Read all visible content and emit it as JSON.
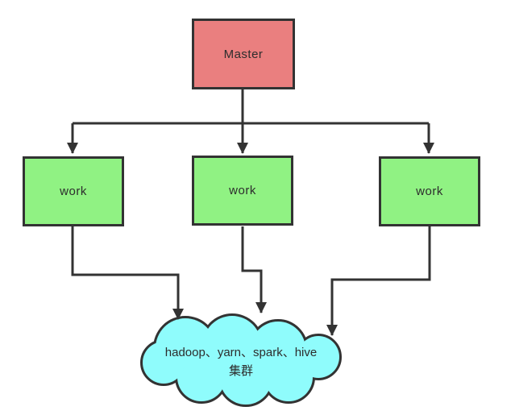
{
  "diagram": {
    "master": {
      "label": "Master"
    },
    "workers": [
      {
        "label": "work"
      },
      {
        "label": "work"
      },
      {
        "label": "work"
      }
    ],
    "cloud": {
      "line1": "hadoop、yarn、spark、hive",
      "line2": "集群"
    },
    "colors": {
      "master_fill": "#ea7f7f",
      "worker_fill": "#90f283",
      "cloud_fill": "#8ffcfc",
      "stroke": "#333333"
    }
  }
}
